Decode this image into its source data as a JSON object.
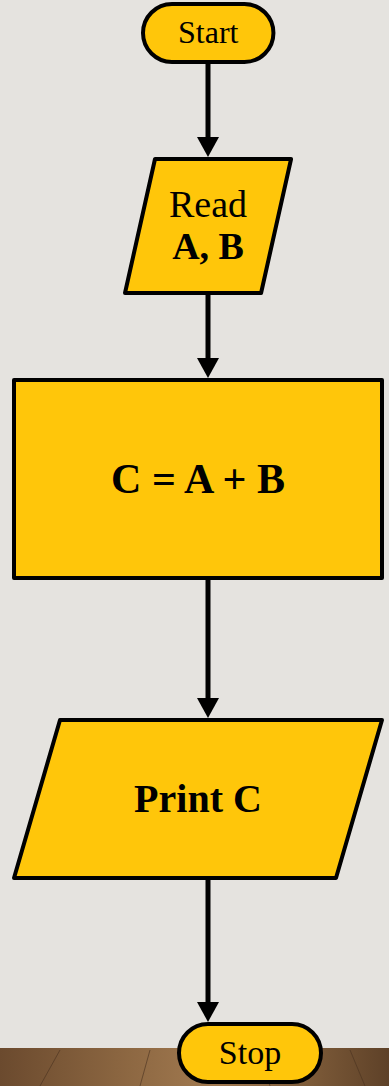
{
  "diagram": {
    "nodes": [
      {
        "text": [
          "Start"
        ]
      },
      {
        "text": [
          "Read",
          "A, B"
        ]
      },
      {
        "text": [
          "C = A + B"
        ]
      },
      {
        "text": [
          "Print C"
        ]
      },
      {
        "text": [
          "Stop"
        ]
      }
    ],
    "edges": [
      {
        "from": 0,
        "to": 1,
        "arrow": "to"
      },
      {
        "from": 1,
        "to": 2,
        "arrow": "to"
      },
      {
        "from": 2,
        "to": 3,
        "arrow": "to"
      },
      {
        "from": 3,
        "to": 4,
        "arrow": "to"
      }
    ]
  }
}
